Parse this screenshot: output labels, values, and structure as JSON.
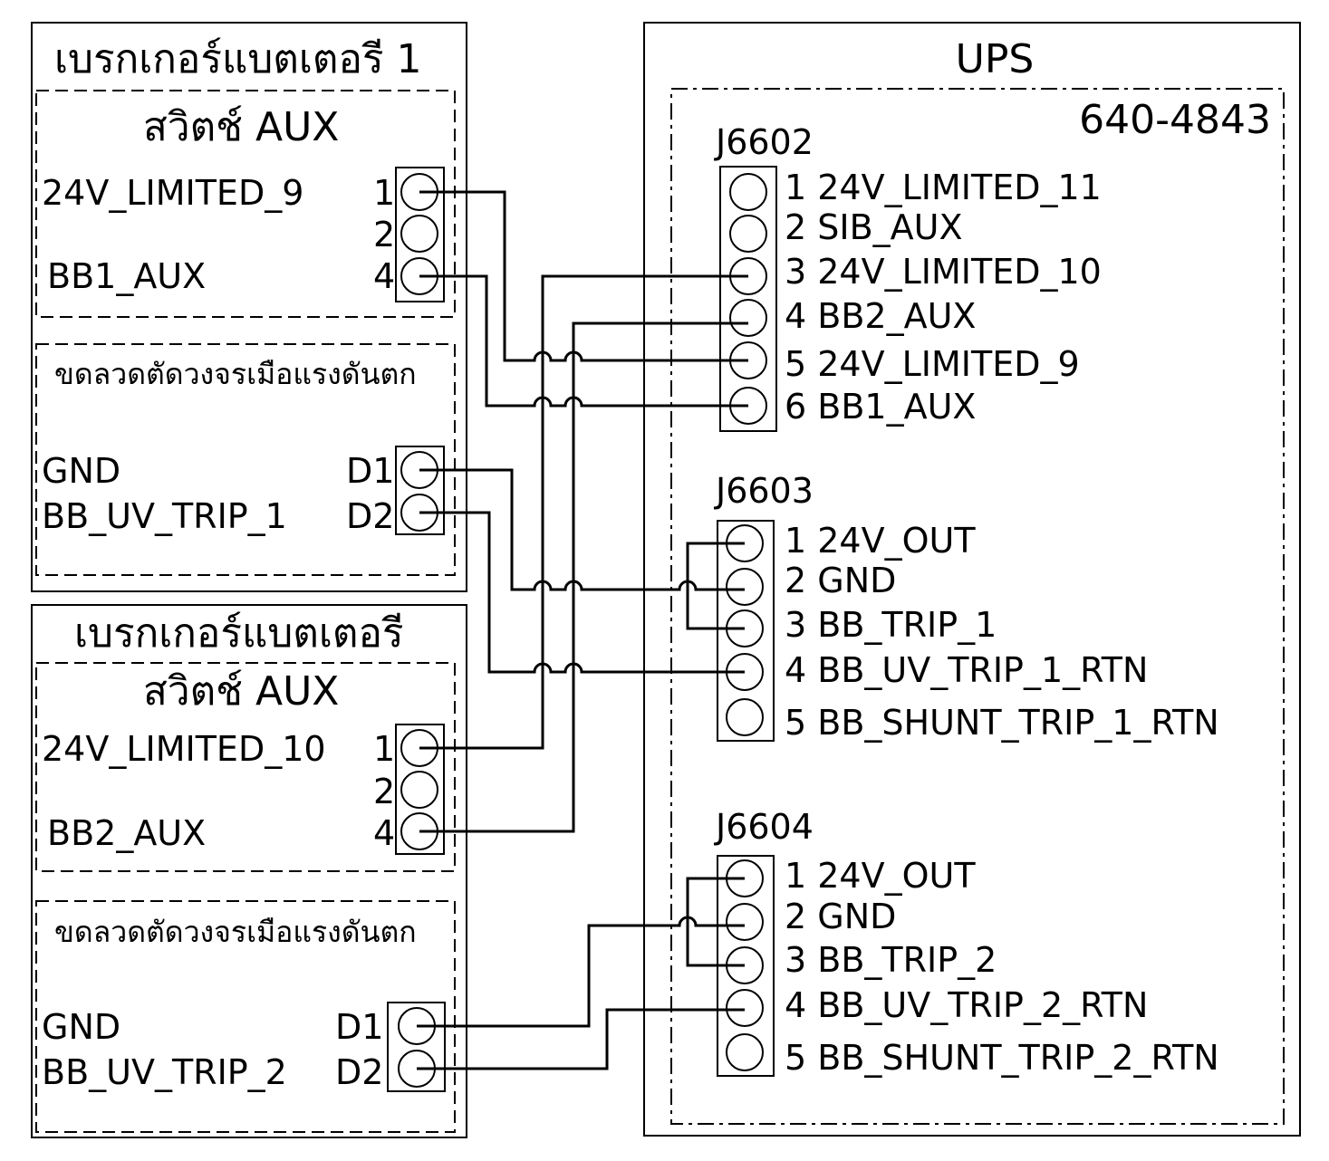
{
  "breaker1": {
    "title": "เบรกเกอร์แบตเตอรี 1",
    "aux": {
      "title": "สวิตช์ AUX",
      "signals": [
        "24V_LIMITED_9",
        "BB1_AUX"
      ],
      "pins": [
        "1",
        "2",
        "4"
      ]
    },
    "uv": {
      "title": "ขดลวดตัดวงจรเมือแรงดันตก",
      "signals": [
        "GND",
        "BB_UV_TRIP_1"
      ],
      "pins": [
        "D1",
        "D2"
      ]
    }
  },
  "breaker2": {
    "title": "เบรกเกอร์แบตเตอรี",
    "aux": {
      "title": "สวิตช์ AUX",
      "signals": [
        "24V_LIMITED_10",
        "BB2_AUX"
      ],
      "pins": [
        "1",
        "2",
        "4"
      ]
    },
    "uv": {
      "title": "ขดลวดตัดวงจรเมือแรงดันตก",
      "signals": [
        "GND",
        "BB_UV_TRIP_2"
      ],
      "pins": [
        "D1",
        "D2"
      ]
    }
  },
  "ups": {
    "title": "UPS",
    "board": "640-4843",
    "j6602": {
      "label": "J6602",
      "pins": [
        "1 24V_LIMITED_11",
        "2 SIB_AUX",
        "3 24V_LIMITED_10",
        "4 BB2_AUX",
        "5 24V_LIMITED_9",
        "6 BB1_AUX"
      ]
    },
    "j6603": {
      "label": "J6603",
      "pins": [
        "1 24V_OUT",
        "2 GND",
        "3 BB_TRIP_1",
        "4 BB_UV_TRIP_1_RTN",
        "5 BB_SHUNT_TRIP_1_RTN"
      ]
    },
    "j6604": {
      "label": "J6604",
      "pins": [
        "1 24V_OUT",
        "2 GND",
        "3 BB_TRIP_2",
        "4 BB_UV_TRIP_2_RTN",
        "5 BB_SHUNT_TRIP_2_RTN"
      ]
    }
  }
}
